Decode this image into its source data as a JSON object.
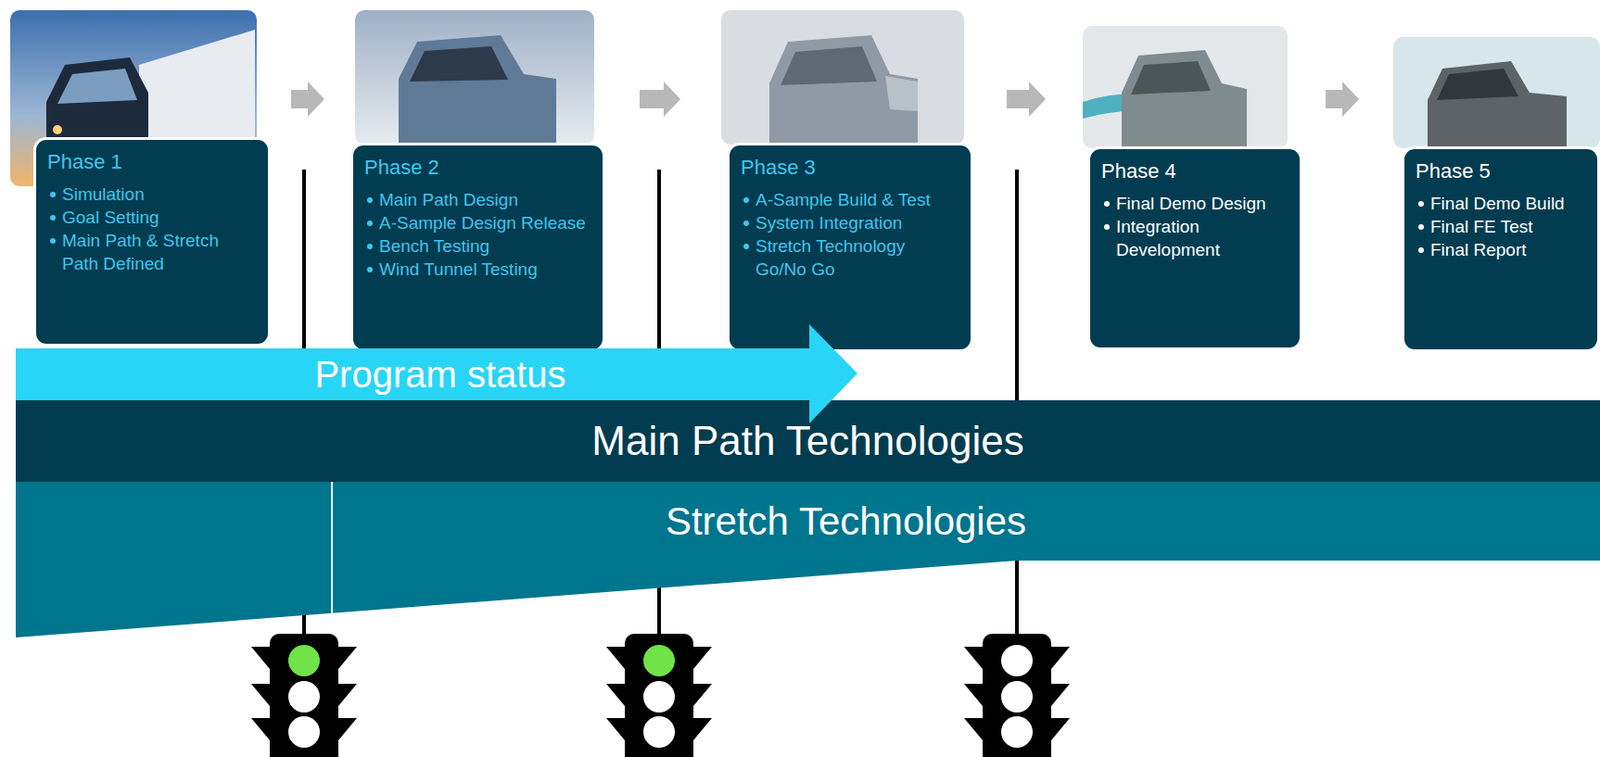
{
  "diagram": {
    "nodes": [
      {
        "text": [
          "Phase 1",
          "Simulation",
          "Goal Setting",
          "Main Path & Stretch Path Defined"
        ]
      },
      {
        "text": [
          "Phase 2",
          "Main Path Design",
          "A-Sample Design Release",
          "Bench Testing",
          "Wind Tunnel Testing"
        ]
      },
      {
        "text": [
          "Phase 3",
          "A-Sample Build & Test",
          "System Integration",
          "Stretch Technology Go/No Go"
        ]
      },
      {
        "text": [
          "Phase 4",
          "Final Demo Design",
          "Integration Development"
        ]
      },
      {
        "text": [
          "Phase 5",
          "Final Demo Build",
          "Final FE Test",
          "Final Report"
        ]
      },
      {
        "text": [
          "Program status"
        ]
      },
      {
        "text": [
          "Main Path Technologies"
        ]
      },
      {
        "text": [
          "Stretch Technologies"
        ]
      }
    ],
    "edges": [
      {
        "from": 0,
        "to": 1,
        "arrow": "to"
      },
      {
        "from": 1,
        "to": 2,
        "arrow": "to"
      },
      {
        "from": 2,
        "to": 3,
        "arrow": "to"
      },
      {
        "from": 3,
        "to": 4,
        "arrow": "to"
      }
    ]
  }
}
